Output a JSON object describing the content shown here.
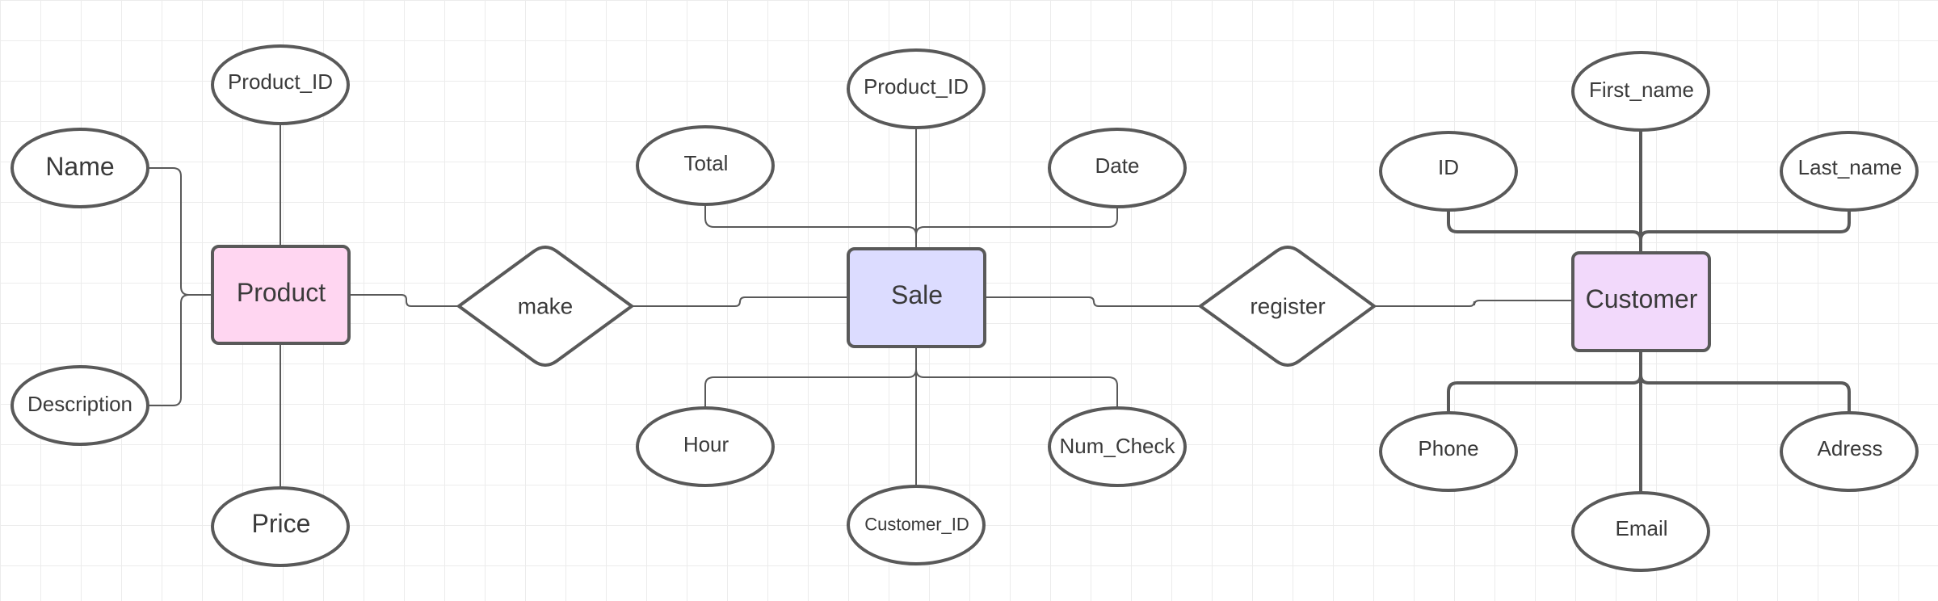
{
  "colors": {
    "stroke": "#595959",
    "grid": "#ececec",
    "product_fill": "#ffd6f1",
    "sale_fill": "#dcdcff",
    "customer_fill": "#f2d9fb",
    "attribute_fill": "#ffffff",
    "relationship_fill": "#ffffff",
    "text": "#3a3a3a"
  },
  "entities": {
    "product": "Product",
    "sale": "Sale",
    "customer": "Customer"
  },
  "relationships": {
    "make": "make",
    "register": "register"
  },
  "attributes": {
    "product": {
      "product_id": "Product_ID",
      "name": "Name",
      "description": "Description",
      "price": "Price"
    },
    "sale": {
      "product_id": "Product_ID",
      "total": "Total",
      "date": "Date",
      "hour": "Hour",
      "customer_id": "Customer_ID",
      "num_check": "Num_Check"
    },
    "customer": {
      "id": "ID",
      "first_name": "First_name",
      "last_name": "Last_name",
      "phone": "Phone",
      "email": "Email",
      "adress": "Adress"
    }
  }
}
